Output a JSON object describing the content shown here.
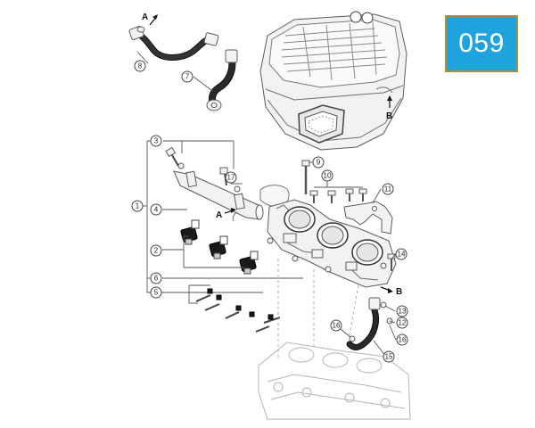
{
  "page_badge": {
    "label": "059",
    "background": "#1ea3dd",
    "border": "#b68a2f"
  },
  "callouts": [
    "1",
    "2",
    "3",
    "4",
    "5",
    "6",
    "7",
    "8",
    "9",
    "10",
    "11",
    "12",
    "13",
    "14",
    "15",
    "16",
    "16",
    "17"
  ],
  "letters": {
    "a_top": "A",
    "b_top": "B",
    "a_rail": "A",
    "b_side": "B"
  }
}
